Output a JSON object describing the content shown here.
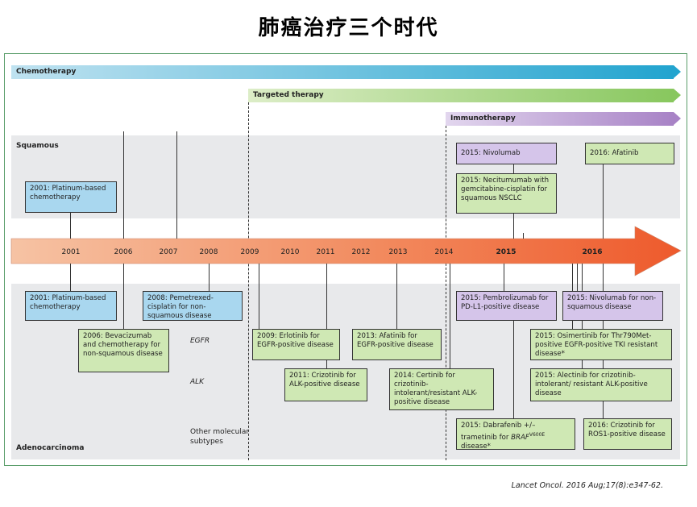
{
  "title": "肺癌治疗三个时代",
  "eras": {
    "chemo": "Chemotherapy",
    "targeted": "Targeted therapy",
    "immuno": "Immunotherapy"
  },
  "sections": {
    "squamous": "Squamous",
    "adeno": "Adenocarcinoma"
  },
  "row_labels": {
    "egfr": "EGFR",
    "alk": "ALK",
    "other_1": "Other molecular",
    "other_2": "subtypes"
  },
  "years": [
    "2001",
    "2006",
    "2007",
    "2008",
    "2009",
    "2010",
    "2011",
    "2012",
    "2013",
    "2014",
    "2015",
    "2016"
  ],
  "events": {
    "sq_2001": "2001: Platinum-based chemotherapy",
    "sq_nivo": "2015: Nivolumab",
    "sq_neci": "2015: Necitumumab with gemcitabine-cisplatin for squamous NSCLC",
    "sq_afat": "2016: Afatinib",
    "ad_2001": "2001: Platinum-based chemotherapy",
    "ad_peme": "2008: Pemetrexed-cisplatin for non-squamous disease",
    "ad_beva": "2006: Bevacizumab and chemotherapy for non-squamous disease",
    "ad_erlo": "2009: Erlotinib for EGFR-positive disease",
    "ad_afat": "2013: Afatinib for EGFR-positive disease",
    "ad_crizo": "2011: Crizotinib for ALK-positive disease",
    "ad_cert": "2014: Certinib for crizotinib-intolerant/resistant ALK-positive disease",
    "ad_pembro": "2015: Pembrolizumab for PD-L1-positive disease",
    "ad_nivo": "2015: Nivolumab for non-squamous disease",
    "ad_osim": "2015: Osimertinib for Thr790Met-positive EGFR-positive TKI resistant disease*",
    "ad_alec": "2015: Alectinib for crizotinib-intolerant/ resistant ALK-positive disease",
    "ad_dabra_a": "2015: Dabrafenib +/– trametinib for ",
    "ad_dabra_braf": "BRAF",
    "ad_dabra_sup": "V600E",
    "ad_dabra_b": " disease*",
    "ad_crizo_ros": "2016: Crizotinib for ROS1-positive disease"
  },
  "citation": "Lancet Oncol. 2016 Aug;17(8):e347-62.",
  "colors": {
    "chemo": "#22a4cf",
    "targeted": "#88c75e",
    "immuno": "#a883c6",
    "timeline_start": "#f6c3a4",
    "timeline_end": "#ee5a2c",
    "frame": "#5a9e6a"
  }
}
